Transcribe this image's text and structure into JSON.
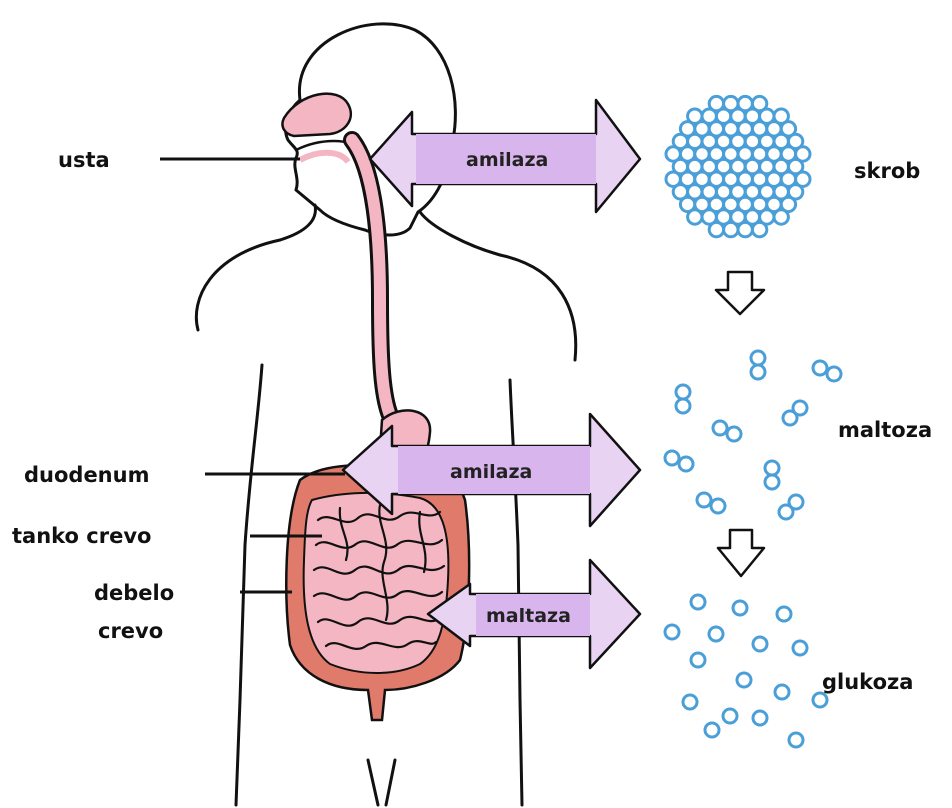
{
  "labels": {
    "usta": "usta",
    "duodenum": "duodenum",
    "tanko_crevo": "tanko crevo",
    "debelo_line1": "debelo",
    "debelo_line2": "crevo",
    "skrob": "skrob",
    "maltoza": "maltoza",
    "glukoza": "glukoza"
  },
  "enzymes": {
    "mouth": "amilaza",
    "duodenum": "amilaza",
    "intestine": "maltaza"
  },
  "colors": {
    "arrow_fill": "#e8d3f3",
    "label_box": "#d9b5ee",
    "organ_pink": "#f4b6c2",
    "colon_red": "#e07b6b",
    "molecule_blue": "#4b9fd8"
  }
}
